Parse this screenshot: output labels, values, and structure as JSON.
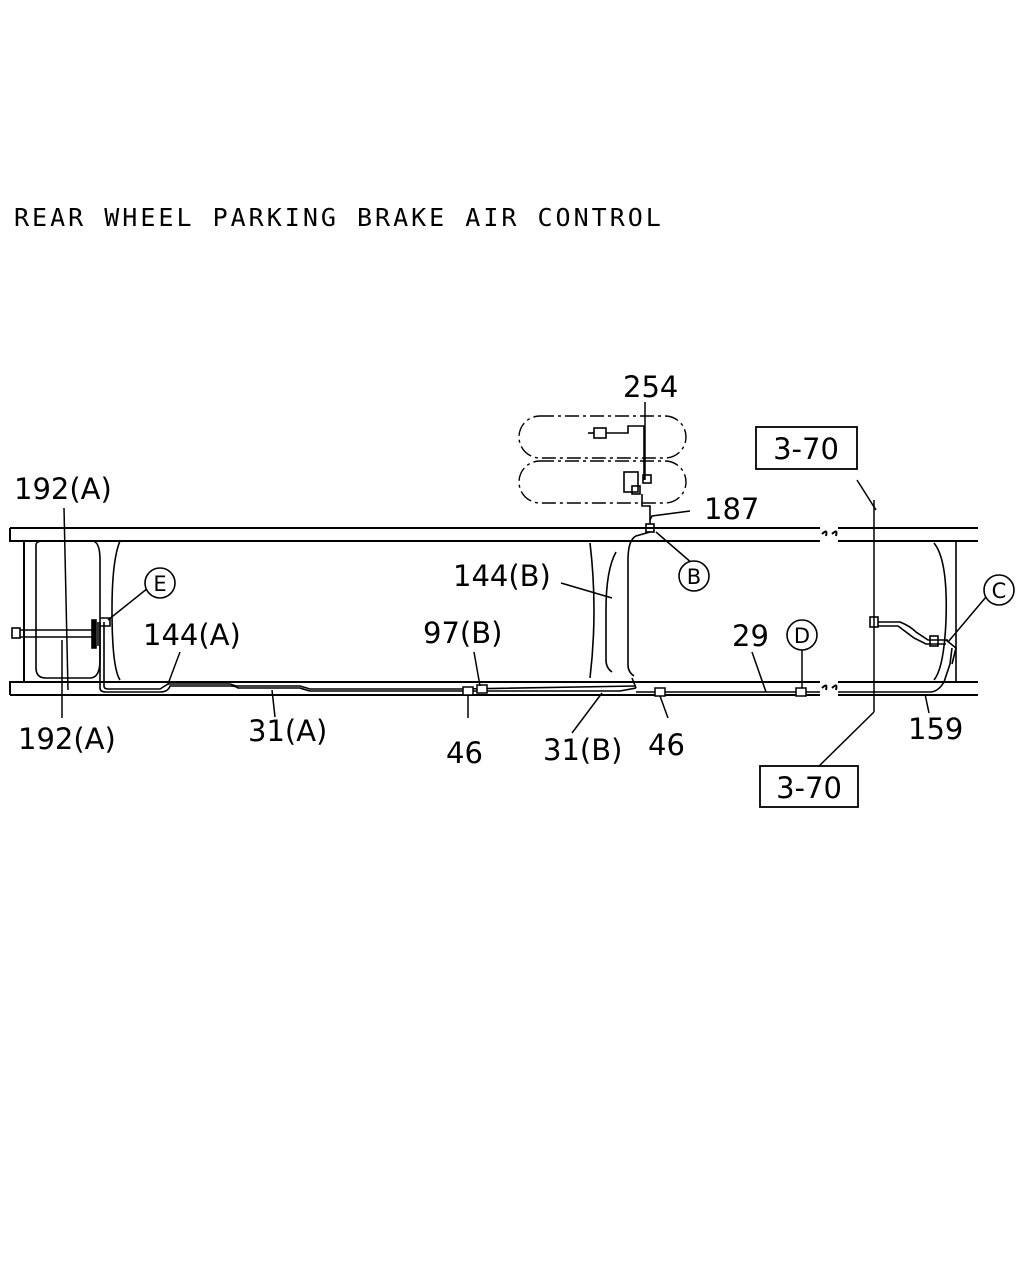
{
  "title": "REAR WHEEL PARKING BRAKE AIR CONTROL",
  "part_labels": {
    "p254": "254",
    "p187": "187",
    "p144b": "144(B)",
    "p144a": "144(A)",
    "p97b": "97(B)",
    "p29": "29",
    "p192a_top": "192(A)",
    "p192a_bottom": "192(A)",
    "p31a": "31(A)",
    "p46_left": "46",
    "p31b": "31(B)",
    "p46_right": "46",
    "p159": "159"
  },
  "callouts": {
    "b": "B",
    "c": "C",
    "d": "D",
    "e": "E"
  },
  "page_refs": {
    "top": "3-70",
    "bottom": "3-70"
  }
}
